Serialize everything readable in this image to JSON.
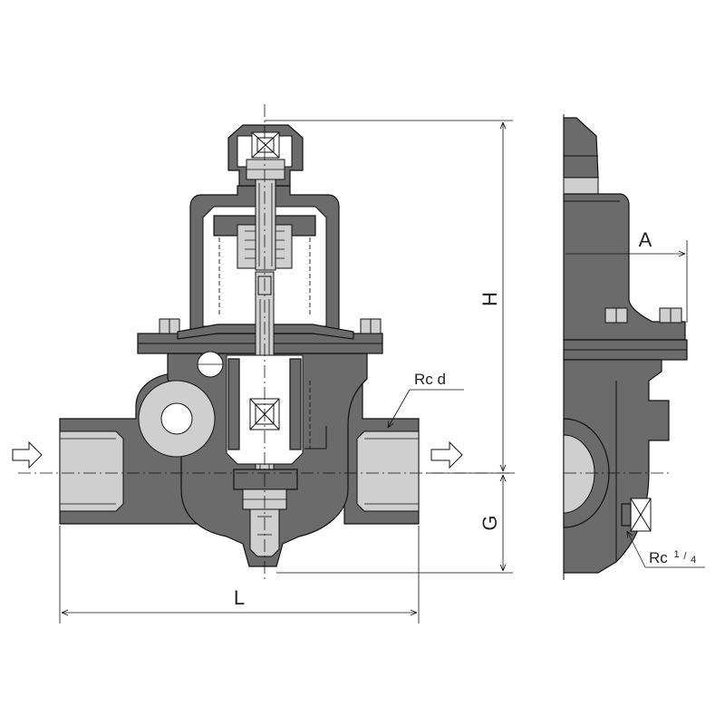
{
  "labels": {
    "height": "H",
    "length": "L",
    "offset": "G",
    "side_offset": "A",
    "port_thread": "Rc d",
    "gauge_port_prefix": "Rc",
    "gauge_port_num": "1",
    "gauge_port_den": "4"
  }
}
